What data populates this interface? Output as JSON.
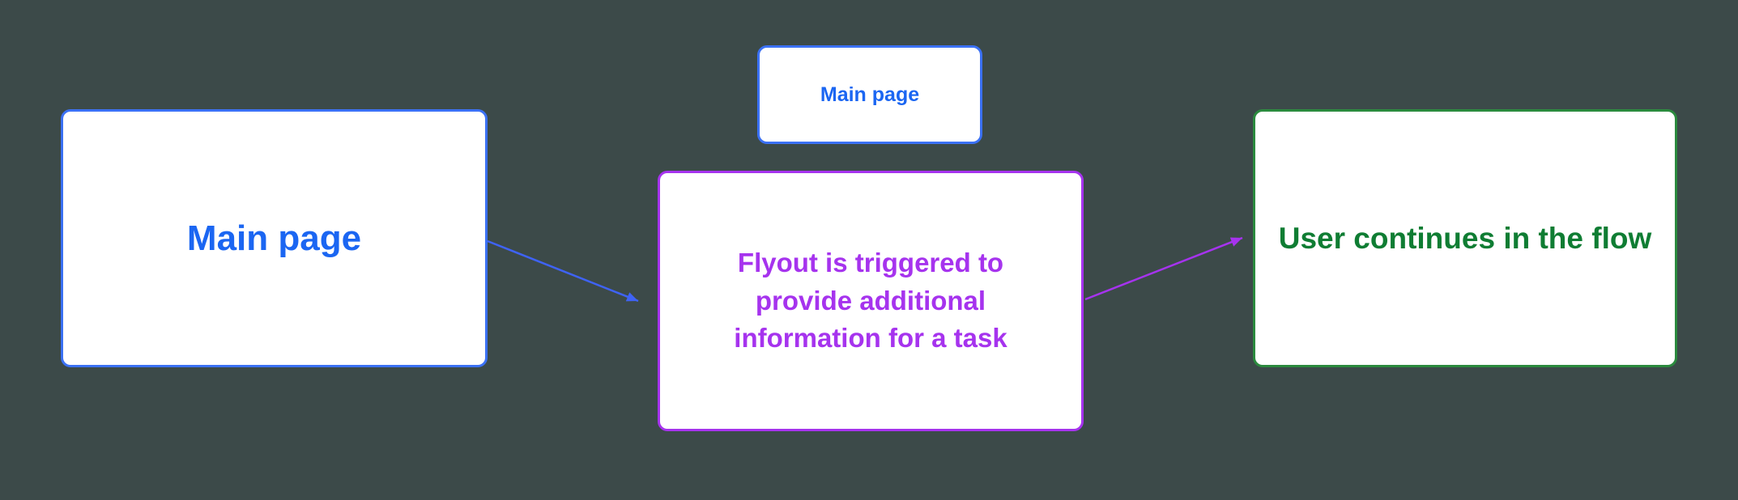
{
  "diagram": {
    "colors": {
      "bg": "#3c4a49",
      "node-bg": "#ffffff",
      "blue": "#1b66f2",
      "blue-border": "#3b71f5",
      "purple": "#a633ee",
      "green-text": "#0f7d33",
      "green-border": "#2b8a3e",
      "arrow-blue": "#3f63f5",
      "arrow-purple": "#a633ee"
    },
    "nodes": {
      "main_large": {
        "label": "Main page"
      },
      "main_small": {
        "label": "Main page"
      },
      "flyout": {
        "label": "Flyout is triggered to provide additional information for a task"
      },
      "continue": {
        "label": "User continues in the flow"
      }
    },
    "connectors": [
      {
        "from": "main_large",
        "to": "flyout",
        "color": "#3f63f5"
      },
      {
        "from": "flyout",
        "to": "continue",
        "color": "#a633ee"
      }
    ]
  }
}
